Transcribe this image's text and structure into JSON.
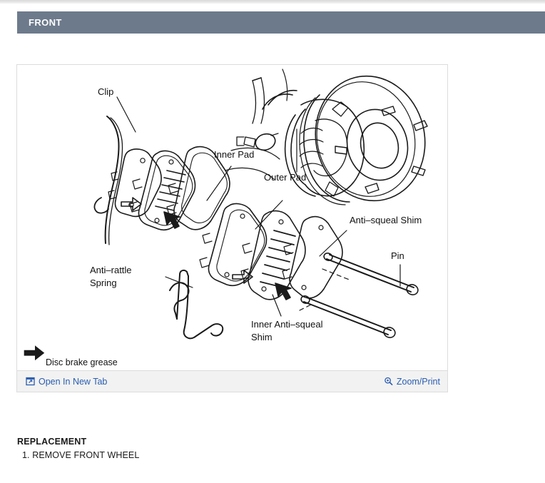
{
  "section": {
    "header_title": "FRONT"
  },
  "figure": {
    "alt_name": "front-disc-brake-exploded-view",
    "legend": {
      "arrow_glyph": "➡",
      "text": "Disc brake grease"
    },
    "labels": [
      {
        "id": "clip",
        "text": "Clip",
        "lines": [
          "Clip"
        ]
      },
      {
        "id": "inner-pad",
        "text": "Inner Pad",
        "lines": [
          "Inner Pad"
        ]
      },
      {
        "id": "outer-pad",
        "text": "Outer Pad",
        "lines": [
          "Outer Pad"
        ]
      },
      {
        "id": "anti-squeal-shim",
        "text": "Anti–squeal Shim",
        "lines": [
          "Anti–squeal Shim"
        ]
      },
      {
        "id": "pin",
        "text": "Pin",
        "lines": [
          "Pin"
        ]
      },
      {
        "id": "anti-rattle-spring",
        "text": "Anti–rattle Spring",
        "lines": [
          "Anti–rattle",
          "Spring"
        ]
      },
      {
        "id": "inner-anti-squeal-shim",
        "text": "Inner Anti–squeal Shim",
        "lines": [
          "Inner Anti–squeal",
          "Shim"
        ]
      }
    ],
    "footer": {
      "open_new_tab_label": "Open In New Tab",
      "open_new_tab_icon": "external-window-icon",
      "zoom_print_label": "Zoom/Print",
      "zoom_print_icon": "magnifier-icon"
    }
  },
  "replacement": {
    "title": "REPLACEMENT",
    "steps": [
      "1. REMOVE FRONT WHEEL"
    ],
    "step_1": "1. REMOVE FRONT WHEEL"
  },
  "colors": {
    "header_bar": "#6d7a8c",
    "link": "#2a5db0",
    "panel_border": "#dcdcdc",
    "footer_bg": "#f2f2f2"
  }
}
